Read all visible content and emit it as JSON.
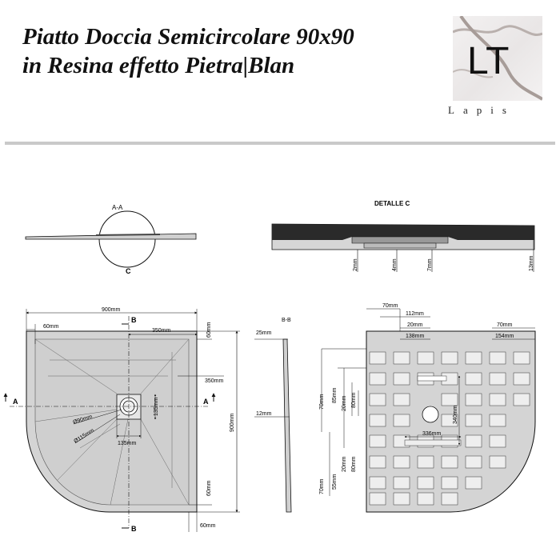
{
  "header": {
    "title_line1": "Piatto Doccia Semicircolare 90x90",
    "title_line2": "in Resina effetto Pietra|Blan"
  },
  "logo": {
    "wordmark": "Lapis"
  },
  "section_aa": {
    "label": "A-A",
    "detail_marker": "C"
  },
  "detail_c": {
    "title": "DETALLE  C",
    "dims": [
      "2mm",
      "4mm",
      "7mm",
      "13mm"
    ]
  },
  "top_view": {
    "dims": {
      "width": "900mm",
      "left_60": "60mm",
      "right_350": "350mm",
      "side_60_top": "60mm",
      "side_350": "350mm",
      "height": "900mm",
      "drain_135_v": "135mm",
      "drain_135_h": "135mm",
      "phi90": "Ø90mm",
      "phi115": "Ø115mm",
      "side_60_bottom": "60mm",
      "bottom_60": "60mm"
    },
    "section_markers": {
      "b_top": "B",
      "b_bottom": "B",
      "a_left": "A",
      "a_right": "A"
    }
  },
  "section_bb": {
    "label": "B-B",
    "dims": {
      "top": "25mm",
      "middle": "12mm"
    }
  },
  "bottom_view": {
    "dims": {
      "d70_top": "70mm",
      "d112": "112mm",
      "d20_top": "20mm",
      "d138": "138mm",
      "d70_right": "70mm",
      "d154": "154mm",
      "v70_a": "70mm",
      "v85_a": "85mm",
      "v20_a": "20mm",
      "v80_a": "80mm",
      "d340": "340mm",
      "d336": "336mm",
      "v70_b": "70mm",
      "v55_b": "55mm",
      "v20_b": "20mm",
      "v80_b": "80mm"
    }
  },
  "colors": {
    "tray_fill": "#d4d4d4",
    "tray_fill_dark": "#c6c6c6",
    "line": "#111111",
    "section_dark": "#2a2a2a",
    "rule": "#c9c9c9"
  }
}
